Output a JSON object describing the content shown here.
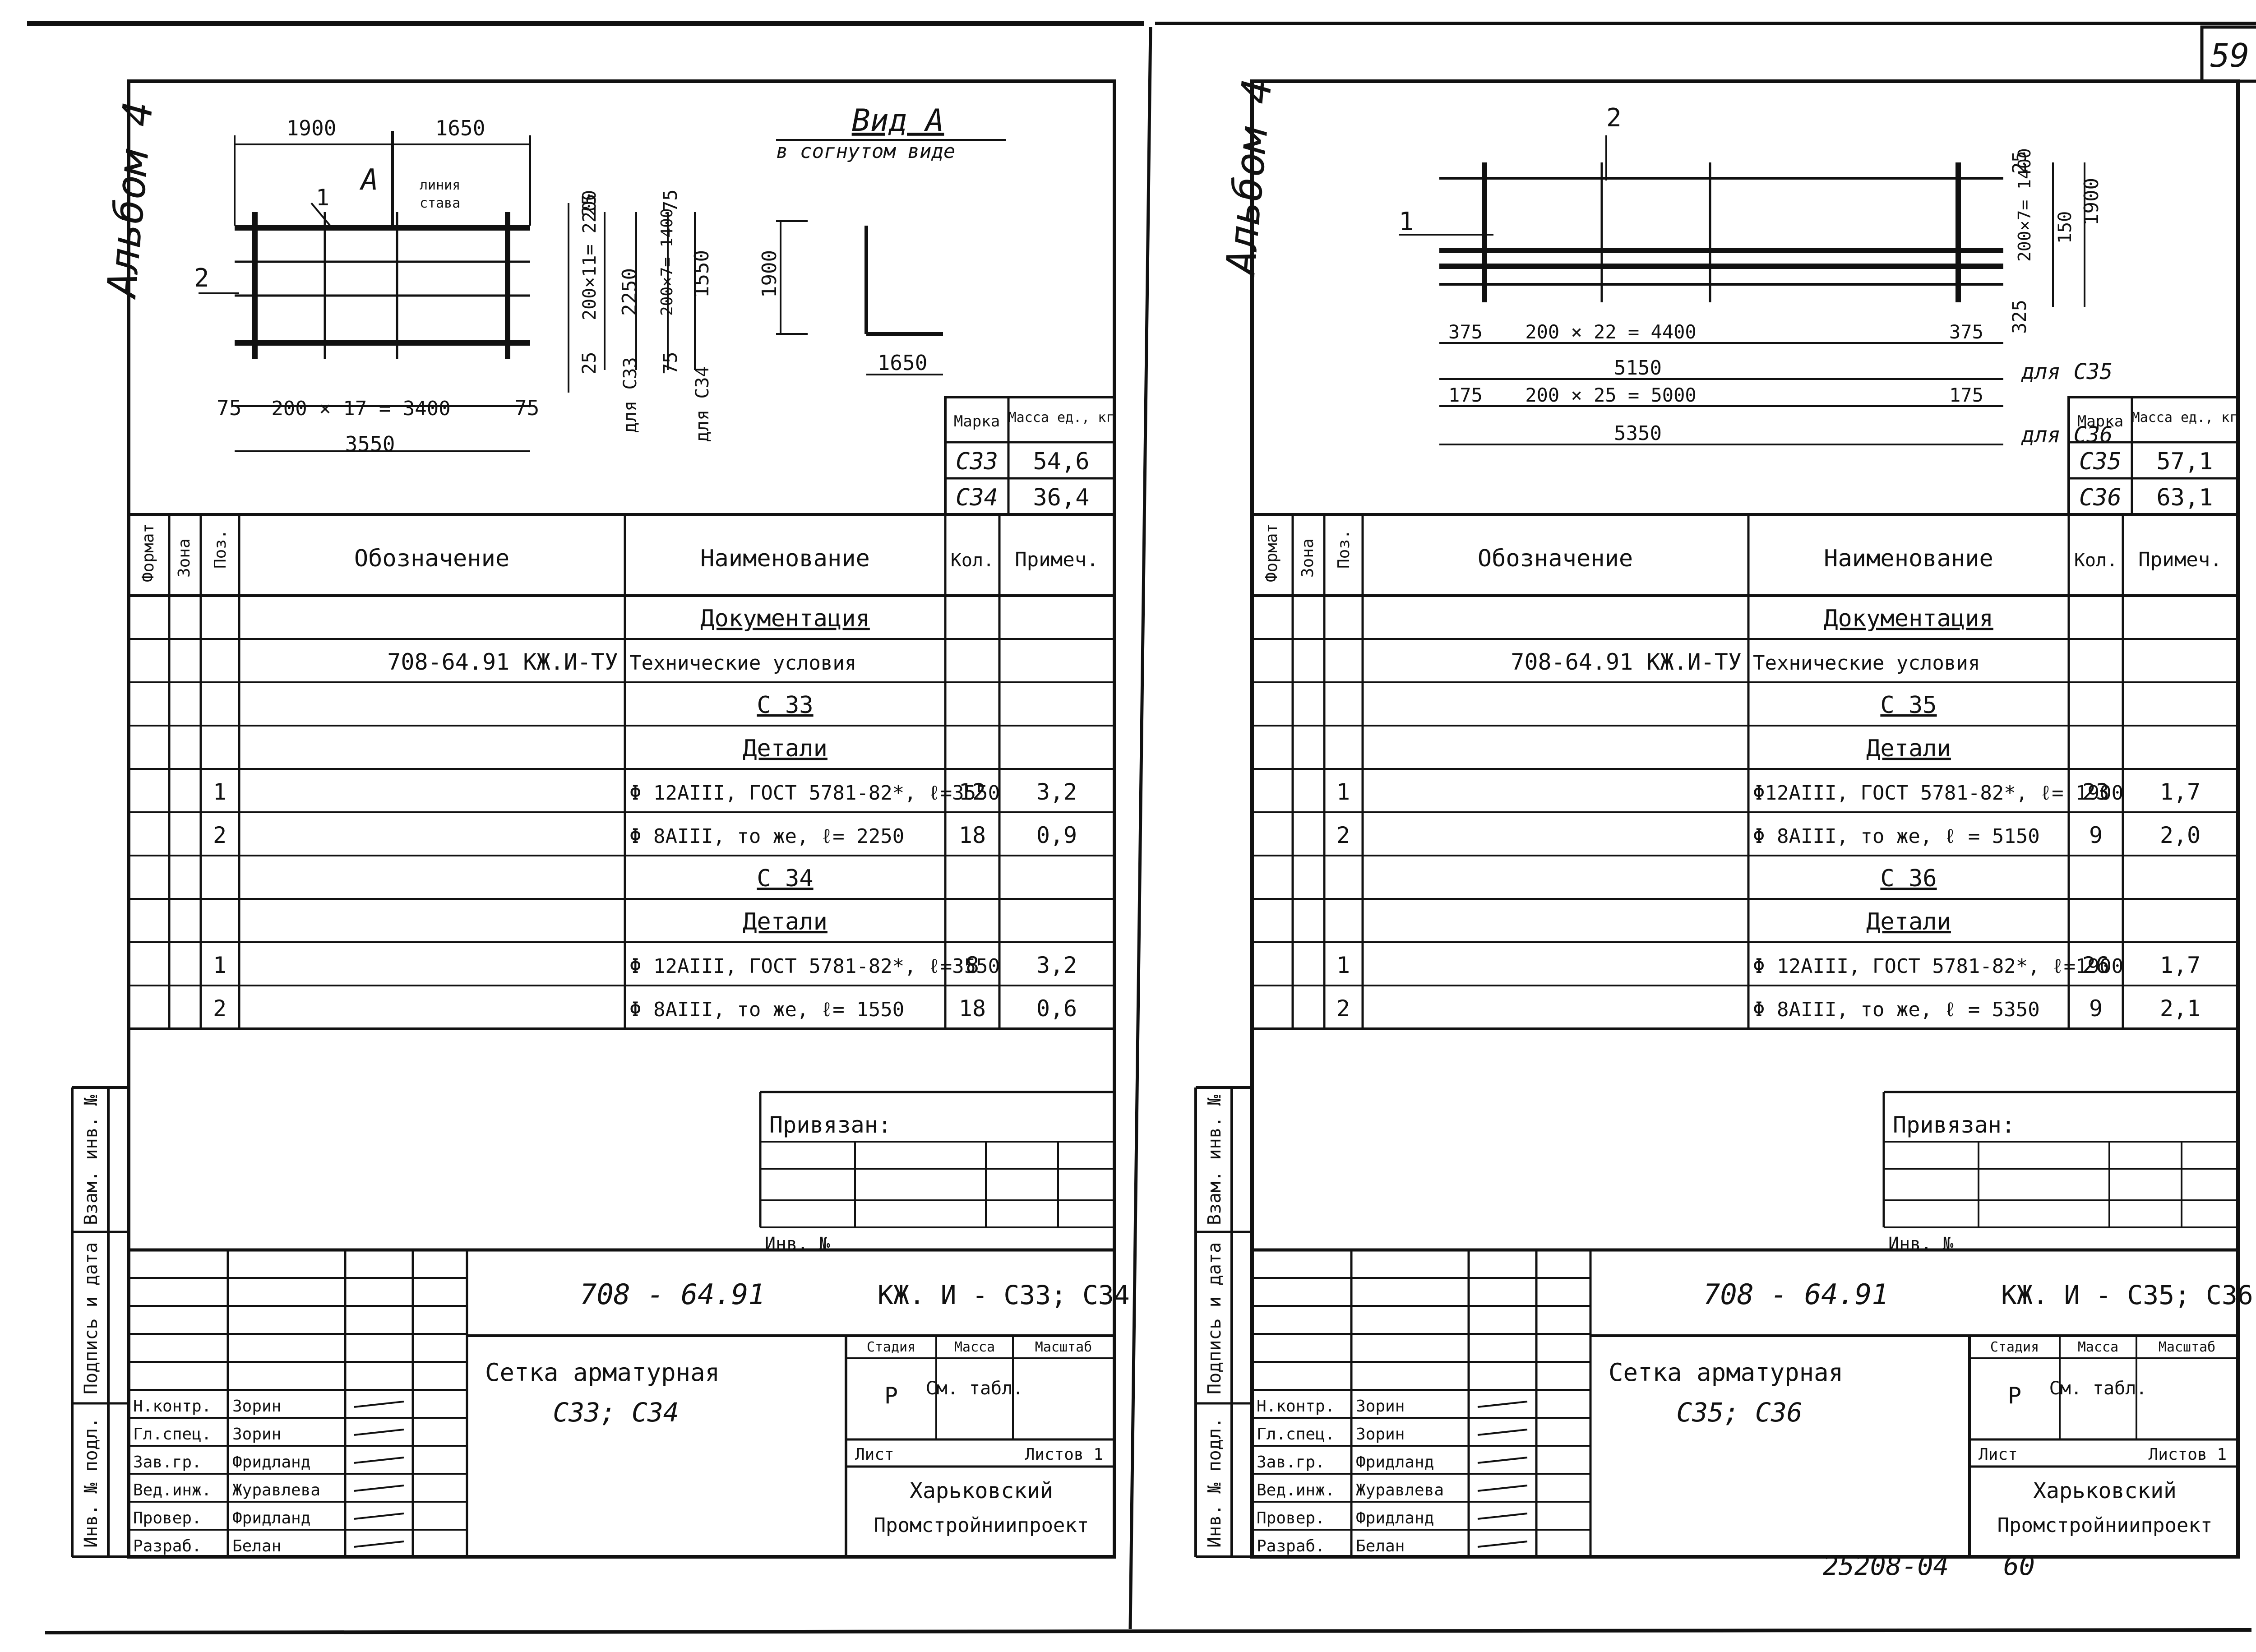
{
  "page_number": "59",
  "album_label": "Альбом 4",
  "footer_code": "25208-04",
  "footer_num": "60",
  "left": {
    "drawing": {
      "view_title": "Вид А",
      "view_subtitle": "в согнутом виде",
      "arrow_label": "А",
      "fold_label_1": "линия",
      "fold_label_2": "става",
      "top_dim_a": "1900",
      "top_dim_b": "1650",
      "pos1": "1",
      "pos2": "2",
      "bot_pitch": "200 × 17 = 3400",
      "bot_edge_l": "75",
      "bot_edge_r": "75",
      "bot_total": "3550",
      "v_edge_top": "25",
      "v_c33_pitch": "200×11= 2200",
      "v_c33_total": "2250",
      "v_edge_bot": "25",
      "v_for_c33": "для С33",
      "v_c34_edge_top": "75",
      "v_c34_pitch": "200×7= 1400",
      "v_c34_total": "1550",
      "v_c34_edge_bot": "75",
      "v_for_c34": "для С34",
      "bent_h": "1900",
      "bent_w": "1650"
    },
    "mass": {
      "h_mark": "Марка",
      "h_mass": "Масса ед., кг",
      "rows": [
        [
          "С33",
          "54,6"
        ],
        [
          "С34",
          "36,4"
        ]
      ]
    },
    "table": {
      "h_format": "Формат",
      "h_zone": "Зона",
      "h_pos": "Поз.",
      "h_designation": "Обозначение",
      "h_name": "Наименование",
      "h_qty": "Кол.",
      "h_note": "Примеч.",
      "rows": [
        {
          "pos": "",
          "des": "",
          "name": "Документация",
          "qty": "",
          "note": "",
          "u": true
        },
        {
          "pos": "",
          "des": "708-64.91 КЖ.И-ТУ",
          "name": "Технические условия",
          "qty": "",
          "note": "",
          "u": false
        },
        {
          "pos": "",
          "des": "",
          "name": "С 33",
          "qty": "",
          "note": "",
          "u": true
        },
        {
          "pos": "",
          "des": "",
          "name": "Детали",
          "qty": "",
          "note": "",
          "u": true
        },
        {
          "pos": "1",
          "des": "",
          "name": "Φ 12АIII, ГОСТ 5781-82*, ℓ=3550",
          "qty": "12",
          "note": "3,2",
          "u": false
        },
        {
          "pos": "2",
          "des": "",
          "name": "Φ 8АIII, то же, ℓ= 2250",
          "qty": "18",
          "note": "0,9",
          "u": false
        },
        {
          "pos": "",
          "des": "",
          "name": "С 34",
          "qty": "",
          "note": "",
          "u": true
        },
        {
          "pos": "",
          "des": "",
          "name": "Детали",
          "qty": "",
          "note": "",
          "u": true
        },
        {
          "pos": "1",
          "des": "",
          "name": "Φ 12АIII, ГОСТ 5781-82*, ℓ=3550",
          "qty": "8",
          "note": "3,2",
          "u": false
        },
        {
          "pos": "2",
          "des": "",
          "name": "Φ 8АIII, то же, ℓ= 1550",
          "qty": "18",
          "note": "0,6",
          "u": false
        }
      ]
    },
    "privyazan": "Привязан:",
    "inv_no": "Инв. №",
    "side_stamp": [
      "Инв. № подл.",
      "Подпись и дата",
      "Взам. инв. №"
    ],
    "title_block": {
      "doc_no": "708 - 64.91",
      "doc_code": "КЖ. И - С33; С34",
      "title_1": "Сетка арматурная",
      "title_2": "С33; С34",
      "h_stage": "Стадия",
      "h_mass": "Масса",
      "h_scale": "Масштаб",
      "stage": "Р",
      "mass": "См. табл.",
      "sheet": "Лист",
      "sheets": "Листов 1",
      "org_1": "Харьковский",
      "org_2": "Промстройниипроект",
      "people": [
        [
          "Н.контр.",
          "Зорин"
        ],
        [
          "Гл.спец.",
          "Зорин"
        ],
        [
          "Зав.гр.",
          "Фридланд"
        ],
        [
          "Вед.инж.",
          "Журавлева"
        ],
        [
          "Провер.",
          "Фридланд"
        ],
        [
          "Разраб.",
          "Белан"
        ]
      ]
    }
  },
  "right": {
    "drawing": {
      "pos1": "1",
      "pos2": "2",
      "c35_edge_l": "375",
      "c35_pitch": "200 × 22 = 4400",
      "c35_edge_r": "375",
      "c35_total": "5150",
      "for_c35": "для С35",
      "c36_edge_l": "175",
      "c36_pitch": "200 × 25 = 5000",
      "c36_edge_r": "175",
      "c36_total": "5350",
      "for_c36": "для С36",
      "v_edge_top": "25",
      "v_pitch": "200×7= 1400",
      "v_150": "150",
      "v_total": "1900",
      "v_edge_bot": "325"
    },
    "mass": {
      "h_mark": "Марка",
      "h_mass": "Масса ед., кг",
      "rows": [
        [
          "С35",
          "57,1"
        ],
        [
          "С36",
          "63,1"
        ]
      ]
    },
    "table": {
      "h_format": "Формат",
      "h_zone": "Зона",
      "h_pos": "Поз.",
      "h_designation": "Обозначение",
      "h_name": "Наименование",
      "h_qty": "Кол.",
      "h_note": "Примеч.",
      "rows": [
        {
          "pos": "",
          "des": "",
          "name": "Документация",
          "qty": "",
          "note": "",
          "u": true
        },
        {
          "pos": "",
          "des": "708-64.91 КЖ.И-ТУ",
          "name": "Технические условия",
          "qty": "",
          "note": "",
          "u": false
        },
        {
          "pos": "",
          "des": "",
          "name": "С 35",
          "qty": "",
          "note": "",
          "u": true
        },
        {
          "pos": "",
          "des": "",
          "name": "Детали",
          "qty": "",
          "note": "",
          "u": true
        },
        {
          "pos": "1",
          "des": "",
          "name": "Φ12АIII, ГОСТ 5781-82*, ℓ= 1900",
          "qty": "23",
          "note": "1,7",
          "u": false
        },
        {
          "pos": "2",
          "des": "",
          "name": "Φ 8АIII, то же, ℓ = 5150",
          "qty": "9",
          "note": "2,0",
          "u": false
        },
        {
          "pos": "",
          "des": "",
          "name": "С 36",
          "qty": "",
          "note": "",
          "u": true
        },
        {
          "pos": "",
          "des": "",
          "name": "Детали",
          "qty": "",
          "note": "",
          "u": true
        },
        {
          "pos": "1",
          "des": "",
          "name": "Φ 12АIII, ГОСТ 5781-82*, ℓ=1900",
          "qty": "26",
          "note": "1,7",
          "u": false
        },
        {
          "pos": "2",
          "des": "",
          "name": "Φ 8АIII, то же, ℓ = 5350",
          "qty": "9",
          "note": "2,1",
          "u": false
        }
      ]
    },
    "privyazan": "Привязан:",
    "inv_no": "Инв. №",
    "side_stamp": [
      "Инв. № подл.",
      "Подпись и дата",
      "Взам. инв. №"
    ],
    "title_block": {
      "doc_no": "708 - 64.91",
      "doc_code": "КЖ. И - С35; С36",
      "title_1": "Сетка арматурная",
      "title_2": "С35; С36",
      "h_stage": "Стадия",
      "h_mass": "Масса",
      "h_scale": "Масштаб",
      "stage": "Р",
      "mass": "См. табл.",
      "sheet": "Лист",
      "sheets": "Листов 1",
      "org_1": "Харьковский",
      "org_2": "Промстройниипроект",
      "people": [
        [
          "Н.контр.",
          "Зорин"
        ],
        [
          "Гл.спец.",
          "Зорин"
        ],
        [
          "Зав.гр.",
          "Фридланд"
        ],
        [
          "Вед.инж.",
          "Журавлева"
        ],
        [
          "Провер.",
          "Фридланд"
        ],
        [
          "Разраб.",
          "Белан"
        ]
      ]
    }
  }
}
